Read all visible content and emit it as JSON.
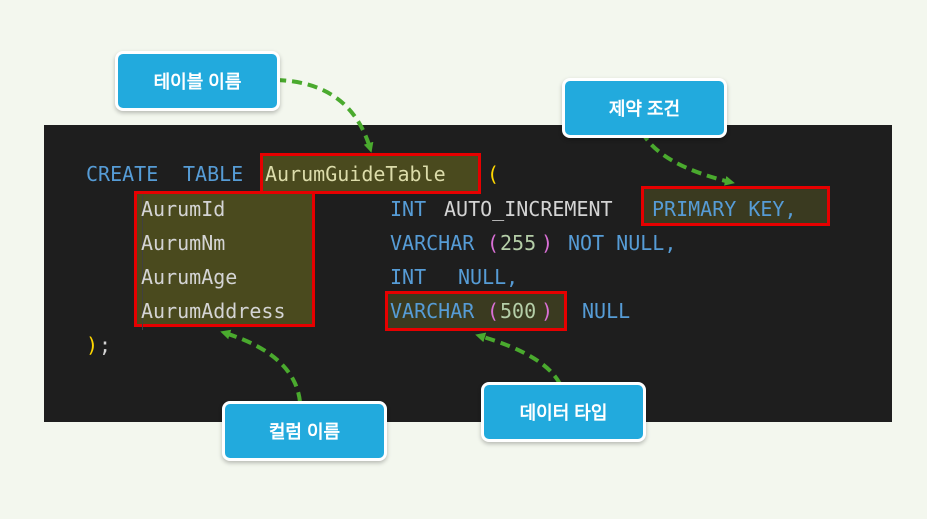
{
  "code": {
    "line1": {
      "create": "CREATE",
      "table": "TABLE",
      "name": "AurumGuideTable",
      "paren": "("
    },
    "columns": [
      {
        "name": "AurumId",
        "type": "INT",
        "rest": "AUTO_INCREMENT",
        "constraint": "PRIMARY KEY,"
      },
      {
        "name": "AurumNm",
        "type": "VARCHAR",
        "open": "(",
        "size": "255",
        "close": ")",
        "rest": "NOT NULL,"
      },
      {
        "name": "AurumAge",
        "type": "INT",
        "rest": "NULL,"
      },
      {
        "name": "AurumAddress",
        "type": "VARCHAR",
        "open": "(",
        "size": "500",
        "close": ")",
        "rest": "NULL"
      }
    ],
    "closing_paren": ")",
    "closing_semi": ";"
  },
  "labels": {
    "table_name": "테이블 이름",
    "constraint": "제약 조건",
    "column_name": "컬럼 이름",
    "data_type": "데이터 타입"
  },
  "colors": {
    "editor_bg": "#1e1e1e",
    "highlight_border": "#e60000",
    "label_bg": "#22aadd",
    "arrow": "#4aaa2e",
    "keyword": "#569cd6"
  }
}
